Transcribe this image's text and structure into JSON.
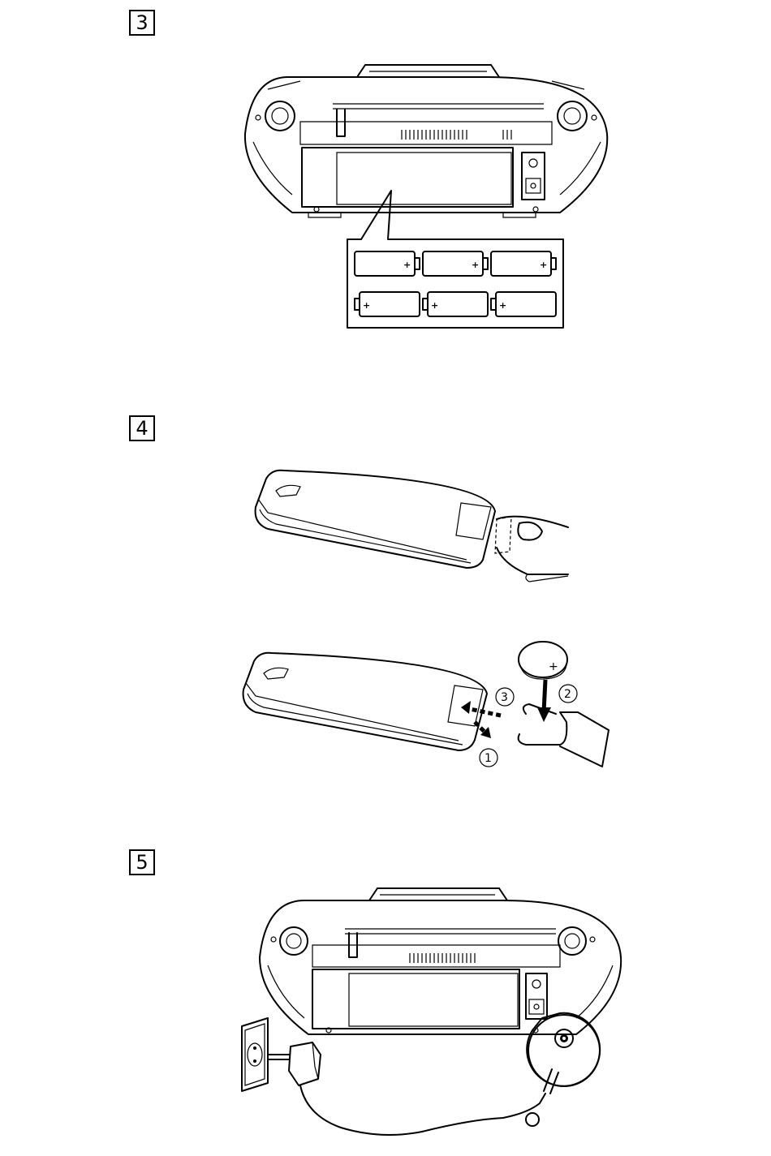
{
  "steps": {
    "step3": {
      "number": "3"
    },
    "step4": {
      "number": "4"
    },
    "step5": {
      "number": "5"
    }
  },
  "batteries": {
    "polarity_mark": "+"
  },
  "remote": {
    "callouts": [
      "1",
      "2",
      "3"
    ],
    "coin_cell_mark": "+"
  },
  "icons": [
    "boombox-rear-icon",
    "battery-icon",
    "remote-control-icon",
    "hand-icon",
    "coin-cell-icon",
    "wall-socket-icon",
    "ac-adapter-icon",
    "dc-jack-icon"
  ]
}
